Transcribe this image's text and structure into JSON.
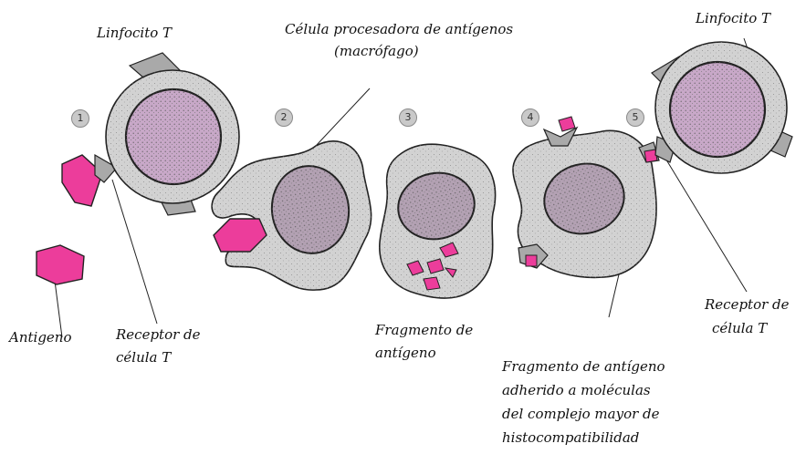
{
  "labels": {
    "lymph_left": "Linfocito T",
    "apc_title_1": "Célula procesadora de antígenos",
    "apc_title_2": "(macrófago)",
    "lymph_right": "Linfocito T",
    "antigen": "Antigeno",
    "receptor_left_1": "Receptor de",
    "receptor_left_2": "célula T",
    "fragment_1": "Fragmento de",
    "fragment_2": "antígeno",
    "receptor_right_1": "Receptor de",
    "receptor_right_2": "célula  T",
    "mhc_1": "Fragmento de antígeno",
    "mhc_2": "adherido a moléculas",
    "mhc_3": "del complejo mayor  de",
    "mhc_4": "histocompatibilidad"
  },
  "steps": [
    "1",
    "2",
    "3",
    "4",
    "5"
  ],
  "colors": {
    "antigen": "#ec3d9b",
    "cell_body": "#d2d2d2",
    "nucleus": "#b3a1b3",
    "lymph_nucleus": "#c8a8c8",
    "outline": "#222222",
    "receptor": "#a9a9a9"
  }
}
